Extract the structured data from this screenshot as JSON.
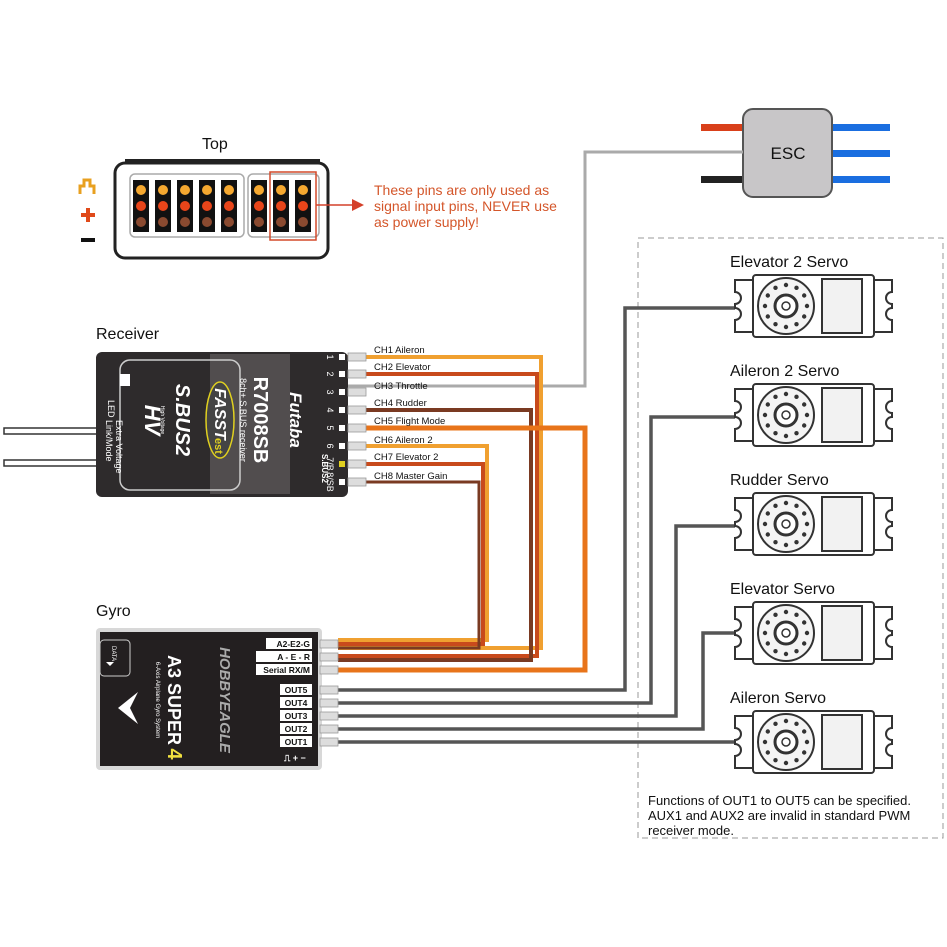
{
  "top_section": {
    "title": "Top",
    "pin_legend": [
      "signal",
      "+",
      "−"
    ],
    "legend_icons": [
      "pulse-icon",
      "plus-icon",
      "minus-icon"
    ],
    "warning": [
      "These pins are only used as",
      "signal input pins, NEVER use",
      "as power supply!"
    ]
  },
  "esc": {
    "label": "ESC"
  },
  "receiver": {
    "section_label": "Receiver",
    "brand": "Futaba",
    "model": "R7008SB",
    "subtitle": "8ch+ S.BUS receiver",
    "sbus2_logo": "S.BUS2",
    "fasst_logo": "FASST",
    "fasst_suffix": "est",
    "hv_label": "HV",
    "hv_small": "High Voltage",
    "led_label": "LED",
    "extra_voltage": "Extra Voltage",
    "link_mode": "Link/Mode",
    "port_numbers": [
      "1",
      "2",
      "3",
      "4",
      "5",
      "6",
      "7/B",
      "8/SB"
    ],
    "sbus2_port": "S.BUS2",
    "channels": [
      {
        "label": "CH1 Aileron",
        "color": "#f0a030"
      },
      {
        "label": "CH2 Elevator",
        "color": "#c84a1c"
      },
      {
        "label": "CH3 Throttle",
        "color": "#aaaaaa"
      },
      {
        "label": "CH4 Rudder",
        "color": "#7a3a22"
      },
      {
        "label": "CH5 Flight Mode",
        "color": "#e8741a"
      },
      {
        "label": "CH6 Aileron 2",
        "color": "#f0a030"
      },
      {
        "label": "CH7 Elevator 2",
        "color": "#c84a1c"
      },
      {
        "label": "CH8 Master Gain",
        "color": "#7a3a22"
      }
    ]
  },
  "gyro": {
    "section_label": "Gyro",
    "brand": "HOBBYEAGLE",
    "model": "A3 SUPER",
    "model_num": "4",
    "subtitle": "6-Axis Airplane Gyro System",
    "data_port": "DATA",
    "input_ports": [
      "A2-E2-G",
      "A - E - R",
      "Serial RX/M"
    ],
    "output_ports": [
      "OUT5",
      "OUT4",
      "OUT3",
      "OUT2",
      "OUT1"
    ],
    "pin_legend": "⎍ + −"
  },
  "servos": [
    {
      "label": "Elevator 2 Servo",
      "connected_to": "OUT5"
    },
    {
      "label": "Aileron 2 Servo",
      "connected_to": "OUT4"
    },
    {
      "label": "Rudder Servo",
      "connected_to": "OUT3"
    },
    {
      "label": "Elevator Servo",
      "connected_to": "OUT2"
    },
    {
      "label": "Aileron Servo",
      "connected_to": "OUT1"
    }
  ],
  "note": [
    "Functions of OUT1 to OUT5 can be specified.",
    "AUX1 and AUX2 are invalid in standard PWM",
    "receiver mode."
  ],
  "colors": {
    "wire_orange": "#e8741a",
    "wire_light_orange": "#f0a030",
    "wire_red": "#c84a1c",
    "wire_brown": "#7a3a22",
    "wire_gray": "#aaaaaa",
    "wire_dark": "#555555",
    "esc_red": "#d9401a",
    "esc_black": "#222222",
    "esc_blue": "#1a6ee0",
    "esc_body": "#c8c6c8",
    "device_dark": "#2e2b2c",
    "warning_text": "#d4562a"
  }
}
